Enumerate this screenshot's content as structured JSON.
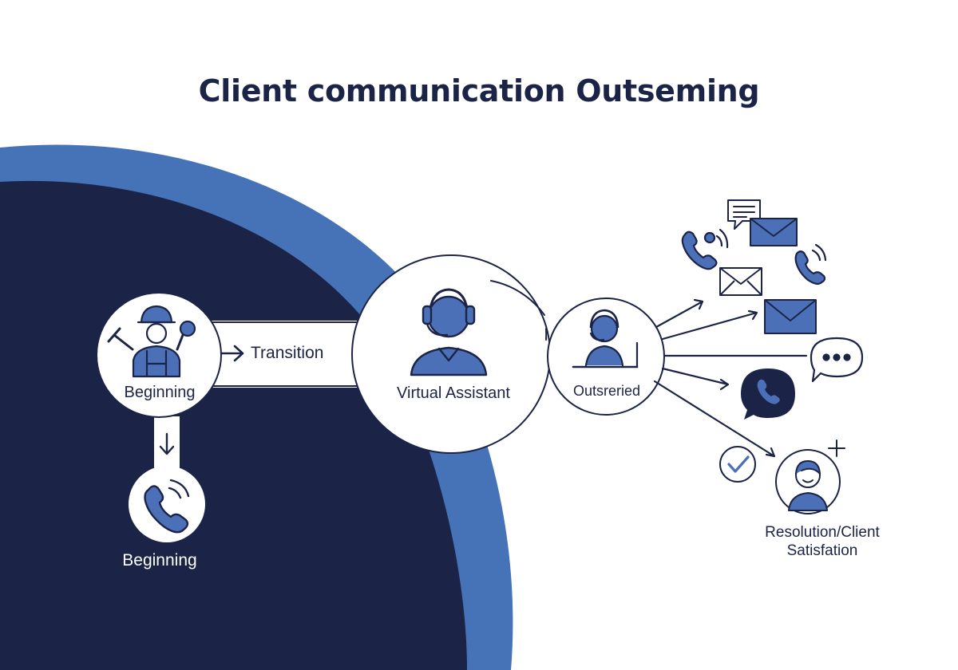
{
  "title": "Client communication Outseming",
  "nodes": {
    "beginning": {
      "label": "Beginning",
      "icon": "worker-with-tools-icon"
    },
    "phone_start": {
      "label": "Beginning",
      "icon": "phone-ringing-icon"
    },
    "transition": {
      "label": "Transition"
    },
    "virtual_assistant": {
      "label": "Virtual Assistant",
      "icon": "headset-agent-icon"
    },
    "outsourced": {
      "label": "Outsreried",
      "icon": "agent-at-computer-icon"
    },
    "resolution": {
      "line1": "Resolution/Client",
      "line2": "Satisfation",
      "icon": "smiling-client-icon"
    }
  },
  "channels": [
    "chat-bubble-icon",
    "email-icon",
    "phone-icon",
    "email-icon",
    "phone-icon",
    "email-icon",
    "ellipsis-chat-icon",
    "phone-bubble-icon",
    "checkmark-icon",
    "plus-icon"
  ],
  "colors": {
    "navy": "#1b2446",
    "accent_blue": "#4673b8",
    "icon_blue": "#4b70b8",
    "white": "#ffffff"
  }
}
